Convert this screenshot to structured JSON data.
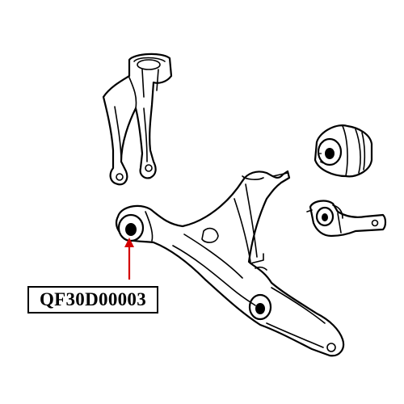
{
  "label": {
    "part_number": "QF30D00003"
  },
  "colors": {
    "line": "#000000",
    "arrow": "#d40000",
    "background": "#ffffff"
  },
  "icons": [
    "steering-knuckle",
    "control-arm",
    "bushing",
    "mounting-bracket",
    "pointer-arrow"
  ]
}
